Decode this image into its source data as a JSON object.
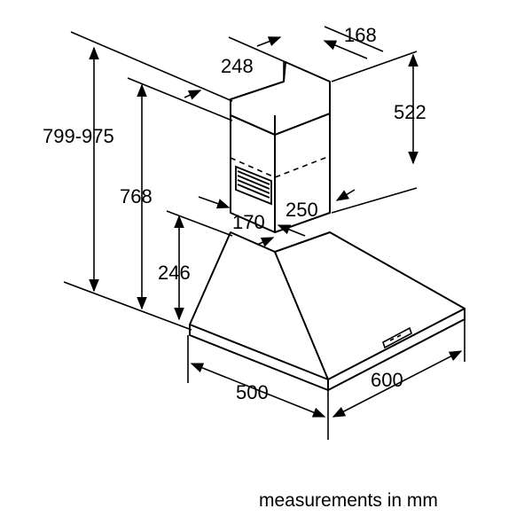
{
  "dimensions": {
    "total_height_range": "799-975",
    "canopy_to_top": "768",
    "canopy_height": "246",
    "chimney_width_top": "248",
    "chimney_depth": "168",
    "upper_chimney_length": "522",
    "chimney_depth_lower": "250",
    "chimney_width_lower": "170",
    "hood_depth": "500",
    "hood_width": "600"
  },
  "caption": "measurements in mm"
}
